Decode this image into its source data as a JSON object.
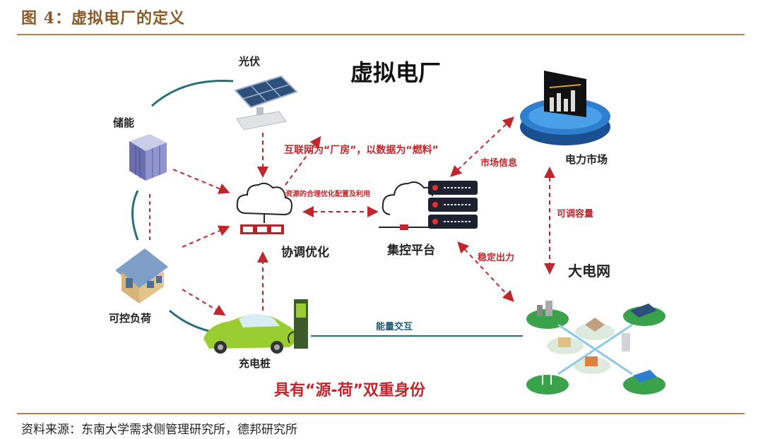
{
  "figure": {
    "title": "图 4：虚拟电厂的定义",
    "source": "资料来源：东南大学需求侧管理研究所，德邦研究所"
  },
  "diagram": {
    "main_title": "虚拟电厂",
    "nodes": {
      "solar": "光伏",
      "storage": "储能",
      "load": "可控负荷",
      "charger": "充电桩",
      "coordination": "协调优化",
      "platform": "集控平台",
      "market": "电力市场",
      "grid": "大电网"
    },
    "flows": {
      "internet": "互联网为“厂房”，以数据为“燃料”",
      "resource": "资源的合理优化配置及利用",
      "market_info": "市场信息",
      "adjustable": "可调容量",
      "stable": "稳定出力",
      "energy": "能量交互"
    },
    "tagline": "具有“源-荷”双重身份"
  },
  "colors": {
    "accent": "#c0272d",
    "brand": "#8a5a2a",
    "teal": "#1f5e7a",
    "green": "#3aa34a"
  }
}
